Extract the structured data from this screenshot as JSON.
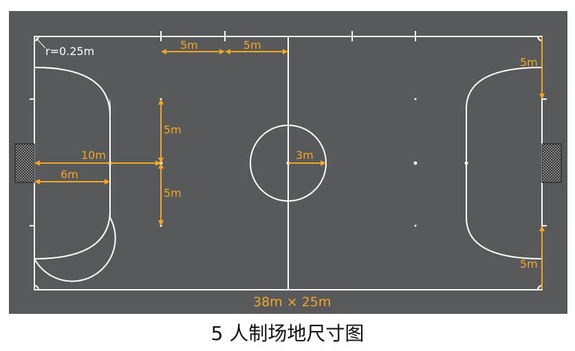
{
  "caption": "5 人制场地尺寸图",
  "labels": {
    "corner_radius": "r=0.25m",
    "top_left_5m": "5m",
    "top_right_5m": "5m",
    "vertical_upper_5m": "5m",
    "vertical_lower_5m": "5m",
    "dist_10m": "10m",
    "dist_6m": "6m",
    "circle_radius": "3m",
    "right_upper_5m": "5m",
    "right_lower_5m": "5m",
    "overall_size": "38m × 25m"
  },
  "colors": {
    "field": "#58595b",
    "line": "#ffffff",
    "dimension": "#f5a623",
    "caption": "#111111"
  }
}
